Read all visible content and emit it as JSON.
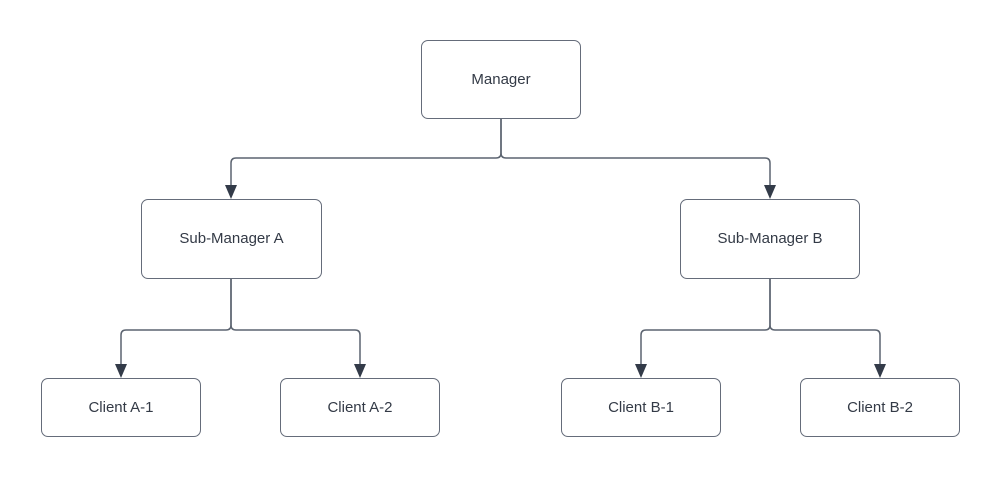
{
  "diagram": {
    "type": "org-chart-tree",
    "nodes": [
      {
        "id": "manager",
        "label": "Manager"
      },
      {
        "id": "sub-manager-a",
        "label": "Sub-Manager A"
      },
      {
        "id": "sub-manager-b",
        "label": "Sub-Manager B"
      },
      {
        "id": "client-a1",
        "label": "Client A-1"
      },
      {
        "id": "client-a2",
        "label": "Client A-2"
      },
      {
        "id": "client-b1",
        "label": "Client B-1"
      },
      {
        "id": "client-b2",
        "label": "Client B-2"
      }
    ],
    "edges": [
      {
        "from": "manager",
        "to": "sub-manager-a",
        "style": "elbow-arrow-down"
      },
      {
        "from": "manager",
        "to": "sub-manager-b",
        "style": "elbow-arrow-down"
      },
      {
        "from": "sub-manager-a",
        "to": "client-a1",
        "style": "elbow-arrow-down"
      },
      {
        "from": "sub-manager-a",
        "to": "client-a2",
        "style": "elbow-arrow-down"
      },
      {
        "from": "sub-manager-b",
        "to": "client-b1",
        "style": "elbow-arrow-down"
      },
      {
        "from": "sub-manager-b",
        "to": "client-b2",
        "style": "elbow-arrow-down"
      }
    ]
  },
  "colors": {
    "bg": "#ffffff",
    "box-border": "#656c7a",
    "text": "#333a46",
    "line": "#5c6470",
    "arrow": "#333b49"
  }
}
